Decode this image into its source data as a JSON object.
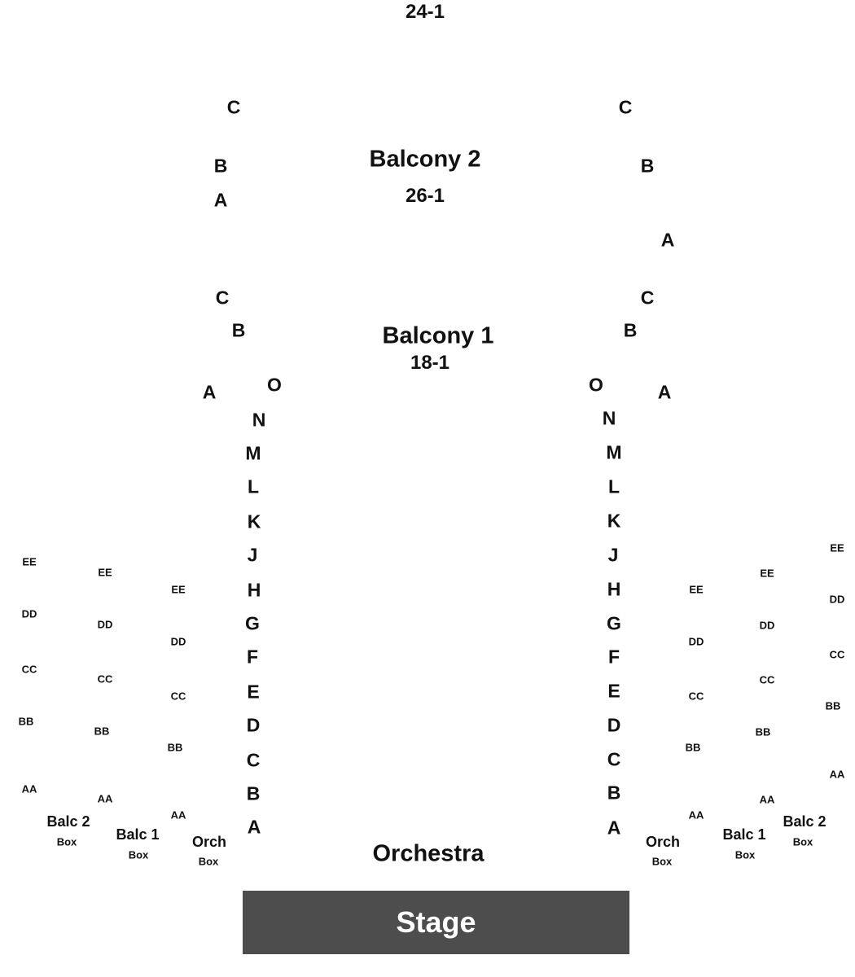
{
  "sections": {
    "balcony3_range": "24-1",
    "balcony2_name": "Balcony 2",
    "balcony2_range": "26-1",
    "balcony1_name": "Balcony 1",
    "balcony1_range": "18-1",
    "orchestra_name": "Orchestra",
    "stage": "Stage"
  },
  "rows": {
    "bal2_left": [
      "C",
      "B",
      "A"
    ],
    "bal2_right": [
      "C",
      "B",
      "A"
    ],
    "bal1_left": [
      "C",
      "B",
      "A"
    ],
    "bal1_right": [
      "C",
      "B",
      "A"
    ],
    "orch_left": [
      "O",
      "N",
      "M",
      "L",
      "K",
      "J",
      "H",
      "G",
      "F",
      "E",
      "D",
      "C",
      "B",
      "A"
    ],
    "orch_right": [
      "O",
      "N",
      "M",
      "L",
      "K",
      "J",
      "H",
      "G",
      "F",
      "E",
      "D",
      "C",
      "B",
      "A"
    ]
  },
  "boxes": {
    "rows": [
      "EE",
      "DD",
      "CC",
      "BB",
      "AA"
    ],
    "left": [
      {
        "name": "Balc 2",
        "sub": "Box"
      },
      {
        "name": "Balc 1",
        "sub": "Box"
      },
      {
        "name": "Orch",
        "sub": "Box"
      }
    ],
    "right": [
      {
        "name": "Orch",
        "sub": "Box"
      },
      {
        "name": "Balc 1",
        "sub": "Box"
      },
      {
        "name": "Balc 2",
        "sub": "Box"
      }
    ]
  },
  "colors": {
    "stage": "#4d4d4d",
    "stage_text": "#ffffff",
    "text": "#111111"
  }
}
